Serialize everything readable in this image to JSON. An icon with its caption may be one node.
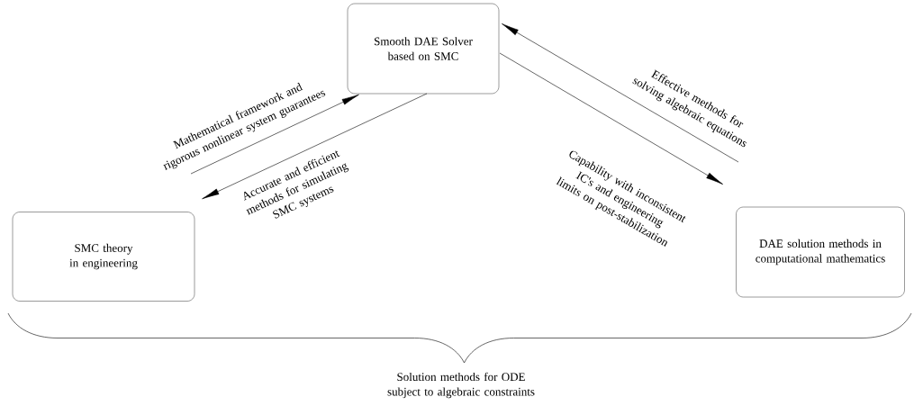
{
  "diagram": {
    "nodes": [
      {
        "text": [
          "Smooth DAE Solver based on SMC"
        ]
      },
      {
        "text": [
          "SMC theory in engineering"
        ]
      },
      {
        "text": [
          "DAE solution methods in computational mathematics"
        ]
      }
    ],
    "edges": [
      {
        "from": 1,
        "to": 0,
        "arrow": "to",
        "label": "Mathematical framework and rigorous nonlinear system guarantees"
      },
      {
        "from": 0,
        "to": 1,
        "arrow": "to",
        "label": "Accurate and efficient methods for simulating SMC systems"
      },
      {
        "from": 2,
        "to": 0,
        "arrow": "to",
        "label": "Effective methods for solving algebraic equations"
      },
      {
        "from": 0,
        "to": 2,
        "arrow": "to",
        "label": "Capability with inconsistent IC's and engineering limits on post-stabilization"
      }
    ],
    "labels": [
      "Solution methods for ODE subject to algebraic constraints"
    ]
  }
}
